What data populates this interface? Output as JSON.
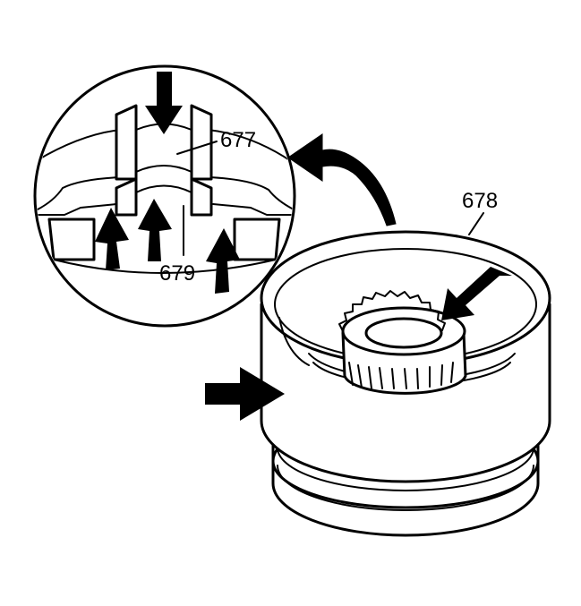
{
  "callouts": {
    "detail_piston": "677",
    "detail_seal": "679",
    "housing": "678"
  },
  "colors": {
    "line": "#000000",
    "background": "#ffffff",
    "arrow_fill": "#000000"
  },
  "icons": {
    "pressure_arrow": "solid-black-arrow",
    "transfer_arrow": "curved-arrow"
  }
}
